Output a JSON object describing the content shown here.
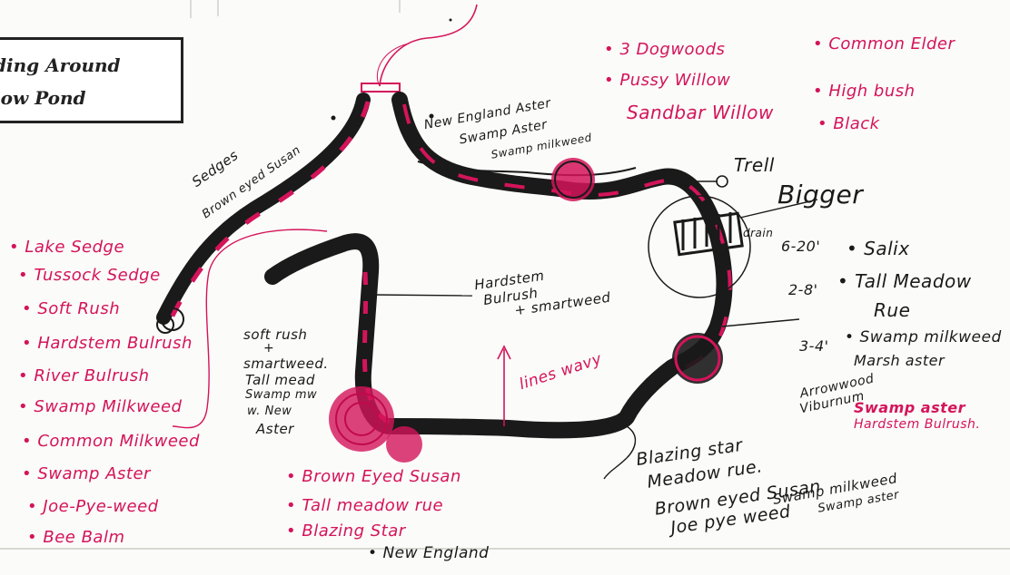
{
  "title": {
    "line1": "ding Around",
    "line2": "low Pond"
  },
  "colors": {
    "ink_red": "#d4145a",
    "ink_black": "#1a1a1a",
    "paper": "#fbfbf9"
  },
  "left_list": [
    "Lake Sedge",
    "Tussock Sedge",
    "Soft Rush",
    "Hardstem Bulrush",
    "River Bulrush",
    "Swamp Milkweed",
    "Common Milkweed",
    "Swamp Aster",
    "Joe-Pye-weed",
    "Bee Balm"
  ],
  "top_list_a": [
    "3 Dogwoods",
    "Pussy Willow",
    "Sandbar Willow"
  ],
  "top_list_b": [
    "Common Elder",
    "High bush",
    "Black"
  ],
  "bottom_list": [
    "Brown Eyed Susan",
    "Tall meadow rue",
    "Blazing Star",
    "New England"
  ],
  "labels": {
    "sedges": "Sedges",
    "brown_eyed": "Brown eyed Susan",
    "new_england": "New England Aster",
    "swamp_aster": "Swamp Aster",
    "swamp_milkweed": "Swamp milkweed",
    "trell": "Trell",
    "bigger": "Bigger",
    "drain": "drain",
    "h1": "6-20'",
    "salix": "Salix",
    "h2": "2-8'",
    "tall_meadow": "Tall Meadow",
    "rue": "Rue",
    "h3": "3-4'",
    "swamp_milkweed2": "Swamp milkweed",
    "marsh": "Marsh aster",
    "arrowwood": "Arrowwood",
    "viburnum": "Viburnum",
    "swamp_aster_red": "Swamp aster",
    "hardstem_red": "Hardstem Bulrush.",
    "hardstem_center": "Hardstem",
    "bulrush_center": "Bulrush",
    "smartweed_center": "+ smartweed",
    "lines_wavy": "lines wavy",
    "soft_rush": "soft rush",
    "plus": "+",
    "smartweed": "smartweed.",
    "tall_mead": "Tall mead",
    "swamp_mw": "Swamp mw",
    "w_new": "w. New",
    "aster": "Aster",
    "blazing": "Blazing star",
    "meadow_rue": "Meadow rue.",
    "brown_susan": "Brown eyed Susan",
    "joe": "Joe pye weed",
    "swamp_milk_b": "Swamp milkweed",
    "swamp_aster_b": "Swamp aster"
  }
}
